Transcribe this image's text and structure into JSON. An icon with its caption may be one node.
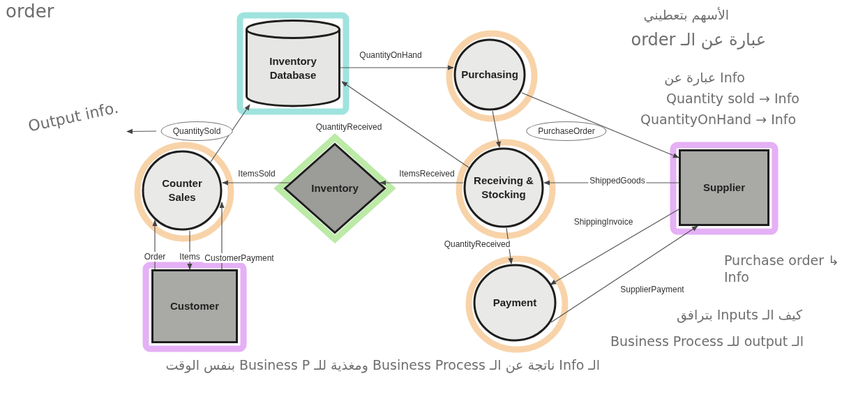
{
  "diagram": {
    "nodes": [
      {
        "text": [
          "Inventory Database"
        ]
      },
      {
        "text": [
          "Purchasing"
        ]
      },
      {
        "text": [
          "Counter Sales"
        ]
      },
      {
        "text": [
          "Inventory"
        ]
      },
      {
        "text": [
          "Receiving & Stocking"
        ]
      },
      {
        "text": [
          "Supplier"
        ]
      },
      {
        "text": [
          "Customer"
        ]
      },
      {
        "text": [
          "Payment"
        ]
      },
      {
        "text": [
          "Output info."
        ]
      }
    ],
    "edges": [
      {
        "from": 0,
        "to": 1,
        "arrow": "to",
        "label": "QuantityOnHand"
      },
      {
        "from": 4,
        "to": 0,
        "arrow": "to",
        "label": "QuantityReceived"
      },
      {
        "from": 2,
        "to": 0,
        "arrow": "to",
        "label": "QuantitySold"
      },
      {
        "from": 1,
        "to": 4,
        "arrow": "to"
      },
      {
        "from": 1,
        "to": 5,
        "arrow": "to",
        "label": "PurchaseOrder"
      },
      {
        "from": 4,
        "to": 3,
        "arrow": "to",
        "label": "ItemsReceived"
      },
      {
        "from": 3,
        "to": 2,
        "arrow": "to",
        "label": "ItemsSold"
      },
      {
        "from": 5,
        "to": 4,
        "arrow": "to",
        "label": "ShippedGoods"
      },
      {
        "from": 5,
        "to": 7,
        "arrow": "to",
        "label": "ShippingInvoice"
      },
      {
        "from": 7,
        "to": 5,
        "arrow": "to",
        "label": "SupplierPayment"
      },
      {
        "from": 4,
        "to": 7,
        "arrow": "to",
        "label": "QuantityReceived"
      },
      {
        "from": 6,
        "to": 2,
        "arrow": "to",
        "label": "Order"
      },
      {
        "from": 2,
        "to": 6,
        "arrow": "to",
        "label": "Items"
      },
      {
        "from": 6,
        "to": 2,
        "arrow": "to",
        "label": "CustomerPayment"
      },
      {
        "from": null,
        "to": 8,
        "arrow": "to"
      }
    ],
    "labels": [
      "order",
      "الأسهم بتعطيني",
      "عبارة عن الـ order",
      "Info عبارة عن",
      "Quantity sold → Info",
      "QuantityOnHand → Info",
      "Purchase order ↳ Info",
      "كيف الـ Inputs بترافق",
      "الـ output للـ Business Process",
      "الـ Info ناتجة عن الـ Business Process ومغذية للـ Business P بنفس الوقت"
    ]
  }
}
